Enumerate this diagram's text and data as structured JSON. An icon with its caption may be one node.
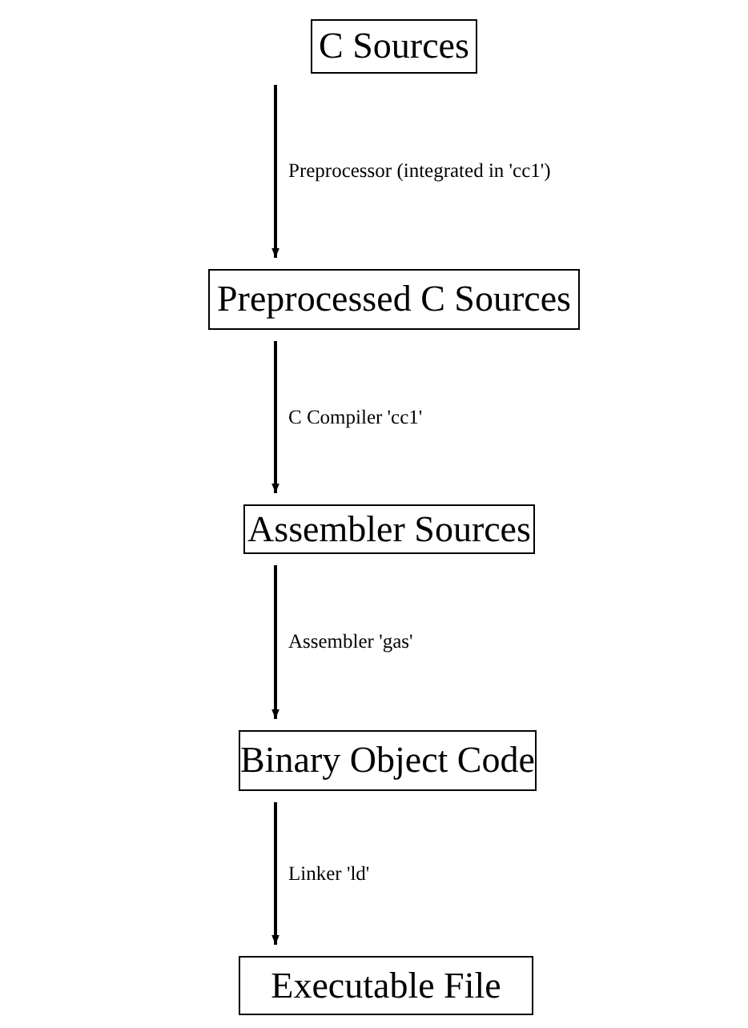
{
  "diagram": {
    "nodes": [
      {
        "text": [
          "C Sources"
        ]
      },
      {
        "text": [
          "Preprocessed C Sources"
        ]
      },
      {
        "text": [
          "Assembler Sources"
        ]
      },
      {
        "text": [
          "Binary Object Code"
        ]
      },
      {
        "text": [
          "Executable File"
        ]
      }
    ],
    "edges": [
      {
        "from": 0,
        "to": 1,
        "arrow": "to",
        "label": "Preprocessor (integrated in 'cc1')"
      },
      {
        "from": 1,
        "to": 2,
        "arrow": "to",
        "label": "C Compiler 'cc1'"
      },
      {
        "from": 2,
        "to": 3,
        "arrow": "to",
        "label": "Assembler 'gas'"
      },
      {
        "from": 3,
        "to": 4,
        "arrow": "to",
        "label": "Linker 'ld'"
      }
    ]
  }
}
